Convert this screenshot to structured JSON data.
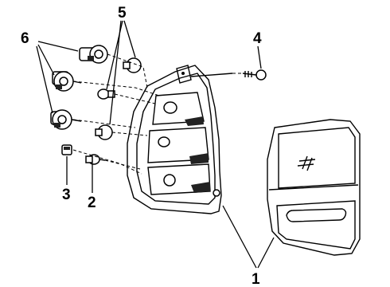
{
  "callouts": [
    {
      "id": "1",
      "label": "1"
    },
    {
      "id": "2",
      "label": "2"
    },
    {
      "id": "3",
      "label": "3"
    },
    {
      "id": "4",
      "label": "4"
    },
    {
      "id": "5",
      "label": "5"
    },
    {
      "id": "6",
      "label": "6"
    }
  ],
  "parts": {
    "1": "tail-lamp-assembly",
    "2": "bulb",
    "3": "bulb",
    "4": "screw",
    "5": "bulb",
    "6": "socket"
  }
}
